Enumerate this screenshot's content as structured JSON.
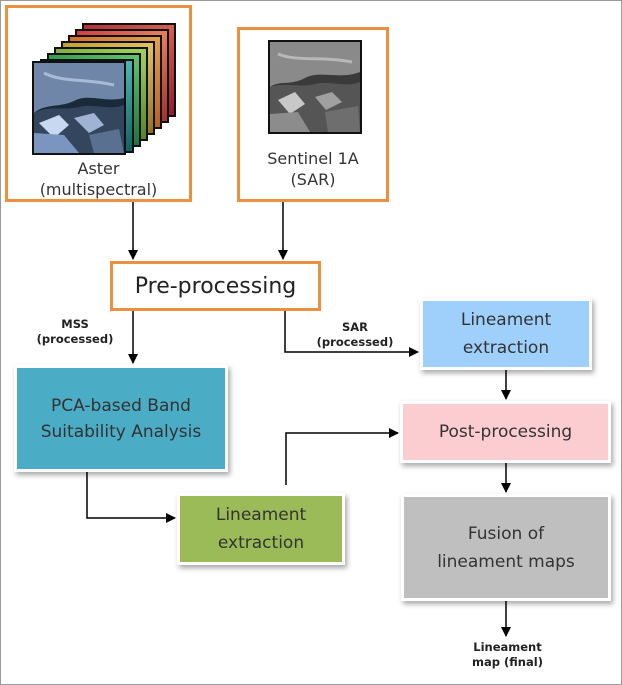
{
  "nodes": {
    "aster": {
      "line1": "Aster",
      "line2": "(multispectral)"
    },
    "sentinel": {
      "line1": "Sentinel 1A",
      "line2": "(SAR)"
    },
    "preprocessing": "Pre-processing",
    "pca": {
      "line1": "PCA-based Band",
      "line2": "Suitability Analysis"
    },
    "lineament_left": {
      "line1": "Lineament",
      "line2": "extraction"
    },
    "lineament_right": {
      "line1": "Lineament",
      "line2": "extraction"
    },
    "postprocessing": "Post-processing",
    "fusion": {
      "line1": "Fusion of",
      "line2": "lineament maps"
    }
  },
  "edge_labels": {
    "mss": {
      "line1": "MSS",
      "line2": "(processed)"
    },
    "sar": {
      "line1": "SAR",
      "line2": "(processed)"
    },
    "final": {
      "line1": "Lineament",
      "line2": "map (final)"
    }
  },
  "colors": {
    "source_border": "#ec8f3e",
    "pca": "#4bacc6",
    "lineament_left": "#9bbb59",
    "lineament_right": "#9fd0fb",
    "postprocessing": "#fbcdd1",
    "fusion": "#bfbfbf"
  }
}
